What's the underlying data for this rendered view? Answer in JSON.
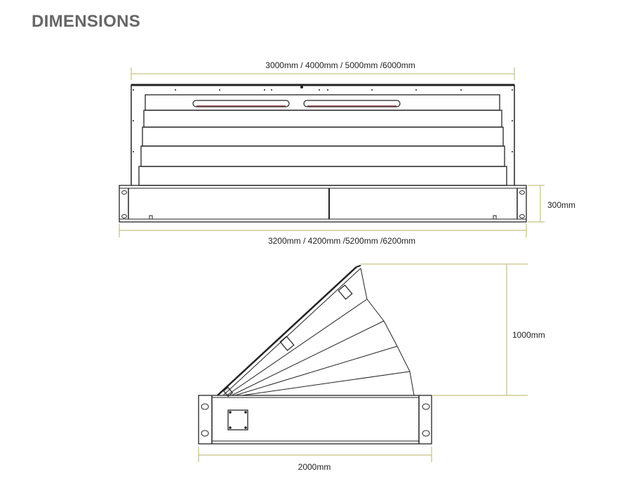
{
  "title": "DIMENSIONS",
  "colors": {
    "dimension_line": "#b8b36a",
    "drawing": "#222222",
    "title": "#666666"
  },
  "top_view": {
    "top_width_label": "3000mm / 4000mm / 5000mm  /6000mm",
    "bottom_width_label": "3200mm / 4200mm /5200mm /6200mm",
    "height_label": "300mm"
  },
  "side_view": {
    "height_label": "1000mm",
    "width_label": "2000mm"
  }
}
